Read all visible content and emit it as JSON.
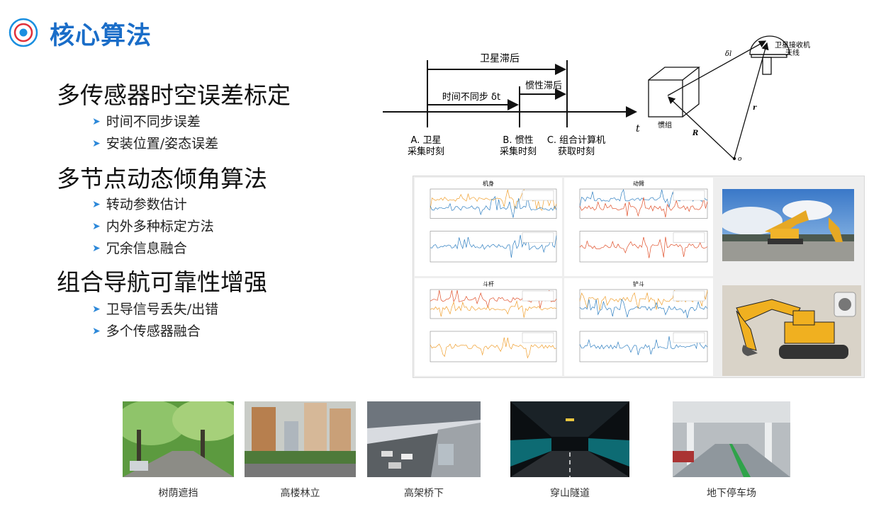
{
  "header": {
    "title": "核心算法",
    "icon": "target-icon",
    "accent": "#1a6dc8"
  },
  "sections": [
    {
      "heading": "多传感器时空误差标定",
      "items": [
        "时间不同步误差",
        "安装位置/姿态误差"
      ]
    },
    {
      "heading": "多节点动态倾角算法",
      "items": [
        "转动参数估计",
        "内外多种标定方法",
        "冗余信息融合"
      ]
    },
    {
      "heading": "组合导航可靠性增强",
      "items": [
        "卫导信号丢失/出错",
        "多个传感器融合"
      ]
    }
  ],
  "timing": {
    "sat_lag": "卫星滞后",
    "ins_lag": "惯性滞后",
    "async": "时间不同步 δt",
    "t": "t",
    "a1": "A. 卫星",
    "a2": "采集时刻",
    "b1": "B. 惯性",
    "b2": "采集时刻",
    "c1": "C. 组合计算机",
    "c2": "获取时刻"
  },
  "geometry": {
    "antenna1": "卫星接收机",
    "antenna2": "天线",
    "imu": "惯组",
    "dl": "δl",
    "r": "r",
    "R": "R",
    "origin": "o"
  },
  "plots": {
    "titles": [
      "机身",
      "动臂",
      "斗杆",
      "铲斗"
    ],
    "series_colors": [
      "#f0a030",
      "#2f7fc1",
      "#e0502a"
    ]
  },
  "scenes": [
    "树荫遮挡",
    "高楼林立",
    "高架桥下",
    "穿山隧道",
    "地下停车场"
  ]
}
